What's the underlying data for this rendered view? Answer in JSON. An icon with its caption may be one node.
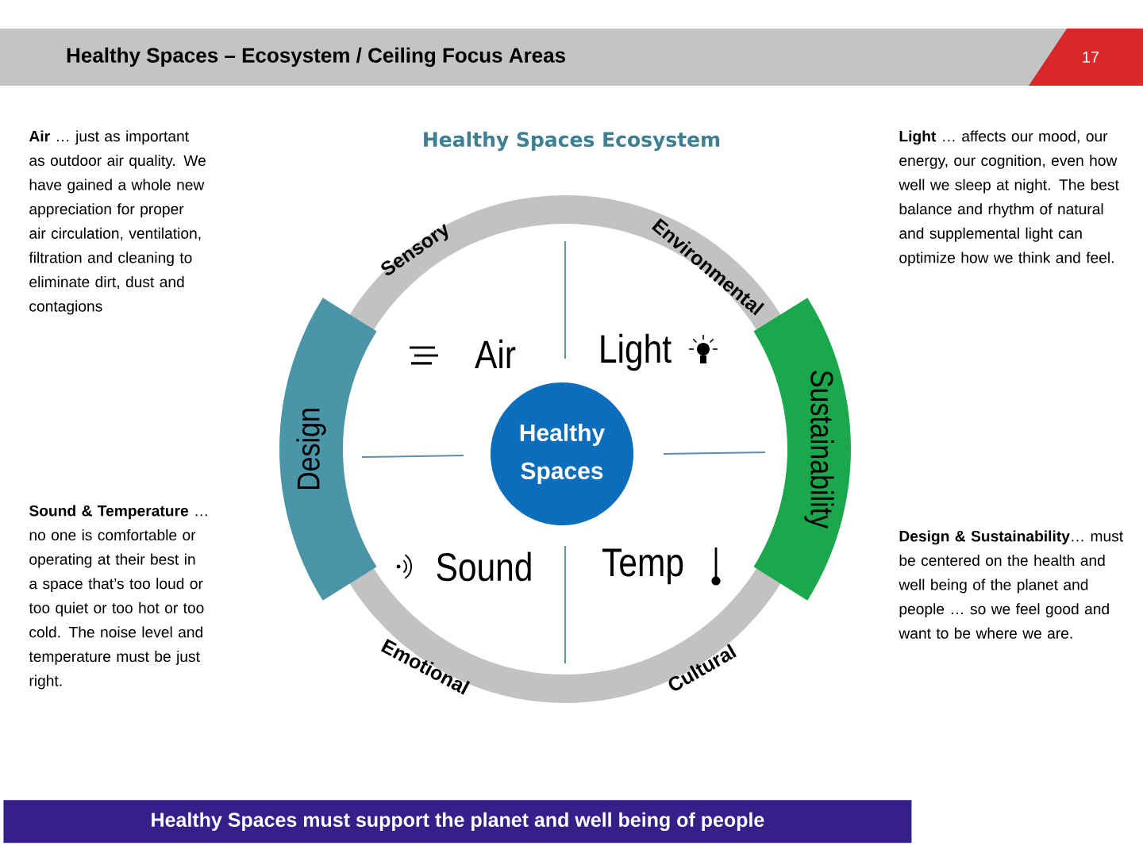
{
  "diagram": {
    "title": "Healthy Spaces – Ecosystem / Ceiling Focus Areas",
    "nodes": [
      {
        "text": [
          "Sensory",
          "Environmental",
          "Emotional",
          "Cultural"
        ]
      },
      {
        "text": [
          "Design"
        ]
      },
      {
        "text": [
          "Sustainability"
        ]
      },
      {
        "text": [
          "Healthy Spaces"
        ],
        "in": 0
      },
      {
        "text": [
          "Healthy Spaces must support the planet and well being of people"
        ]
      }
    ],
    "labels": [
      "17",
      "Healthy Spaces Ecosystem",
      "**Air** … just as important as outdoor air quality. We have gained a whole new appreciation for proper air circulation, ventilation, filtration and cleaning to eliminate dirt, dust and contagions",
      "**Light** … affects our mood, our energy, our cognition, even how well we sleep at night. The best balance and rhythm of natural and supplemental light can optimize how we think and feel.",
      "Air",
      "Light",
      "**Sound & Temperature** … no one is comfortable or operating at their best in a space that’s too loud or too quiet or too hot or too cold. The noise level and temperature must be just right.",
      "**Design & Sustainability**… must be centered on the health and well being of the planet and people … so we feel good and want to be where we are.",
      "Sound",
      "Temp"
    ]
  }
}
